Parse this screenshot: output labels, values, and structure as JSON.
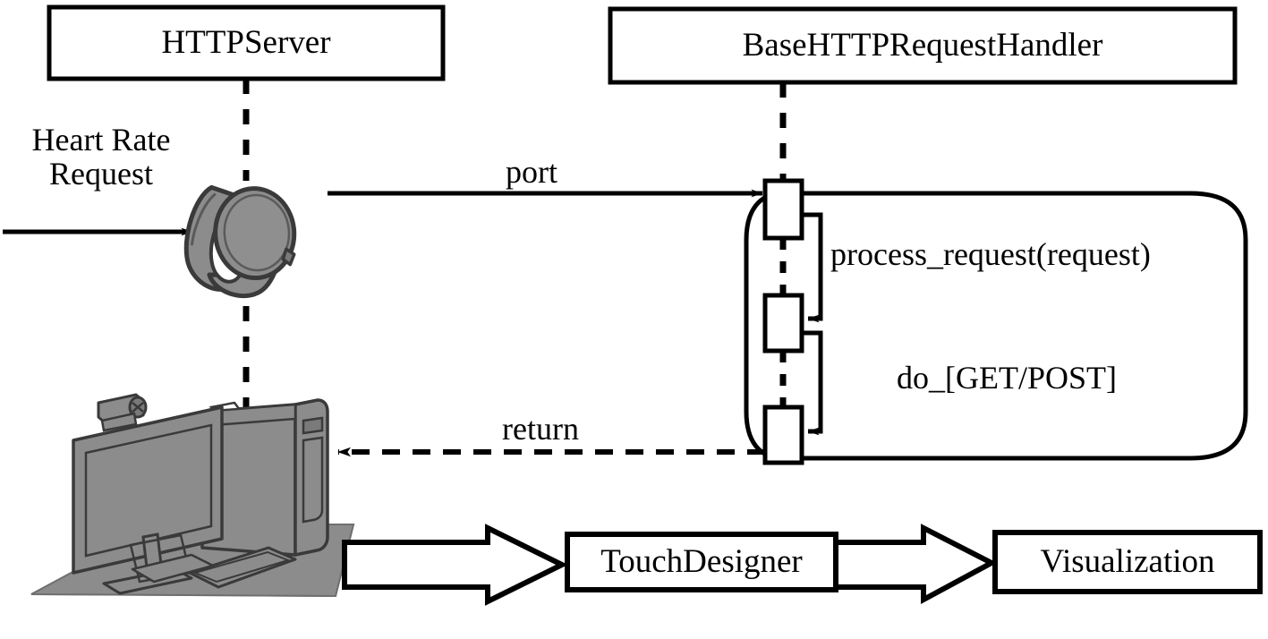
{
  "diagram": {
    "type": "uml-sequence-system-architecture",
    "title_nodes": {
      "http_server": "HTTPServer",
      "base_handler": "BaseHTTPRequestHandler"
    },
    "actors": {
      "smartwatch": "smartwatch-device",
      "workstation": "desktop-computer-workstation"
    },
    "messages": {
      "heart_rate_request": "Heart Rate\nRequest",
      "heart_rate_request_line1": "Heart Rate",
      "heart_rate_request_line2": "Request",
      "port": "port",
      "return": "return",
      "process_request": "process_request(request)",
      "do_get_post": "do_[GET/POST]"
    },
    "pipeline": {
      "touchdesigner": "TouchDesigner",
      "visualization": "Visualization"
    },
    "colors": {
      "stroke": "#000000",
      "fill": "#ffffff",
      "device_gray": "#8c8c8c",
      "device_gray_dark": "#6f6f6f",
      "device_outline": "#3a3a3a"
    }
  }
}
